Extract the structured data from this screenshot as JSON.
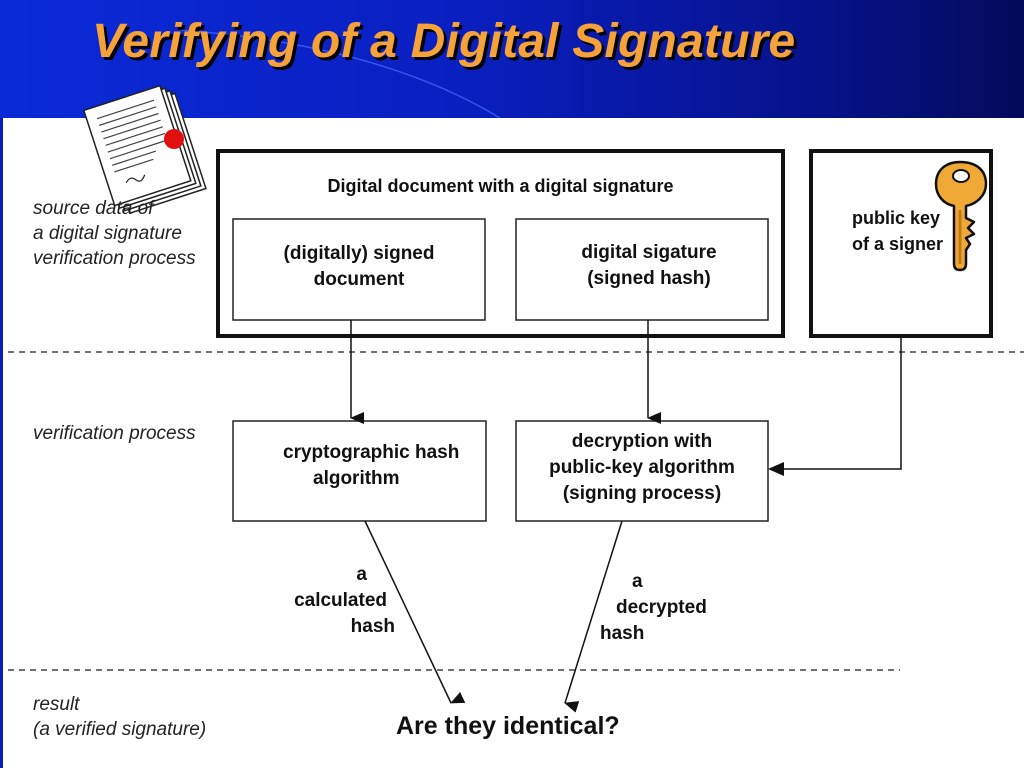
{
  "title": "Verifying of a Digital Signature",
  "side_labels": {
    "source": [
      "source data of",
      "a digital signature",
      "verification process"
    ],
    "process": "verification process",
    "result": [
      "result",
      "(a verified signature)"
    ]
  },
  "top_box": {
    "title": "Digital document with a digital signature",
    "signed_document": [
      "(digitally) signed",
      "document"
    ],
    "digital_signature": [
      "digital sigature",
      "(signed hash)"
    ]
  },
  "public_key_box": [
    "public key",
    "of a signer"
  ],
  "process_boxes": {
    "hash_algorithm": [
      "cryptographic hash",
      "algorithm"
    ],
    "decryption": [
      "decryption with",
      "public-key algorithm",
      "(signing process)"
    ]
  },
  "flow_labels": {
    "calculated_hash": [
      "a",
      "calculated",
      "hash"
    ],
    "decrypted_hash": [
      "a",
      "decrypted",
      "hash"
    ]
  },
  "result_question": "Are they identical?",
  "colors": {
    "title": "#f5a23a",
    "header_blue": "#0a1fc0",
    "key": "#f0a836",
    "seal": "#e01010"
  },
  "icons": [
    "document-stack-icon",
    "seal-icon",
    "key-icon"
  ]
}
